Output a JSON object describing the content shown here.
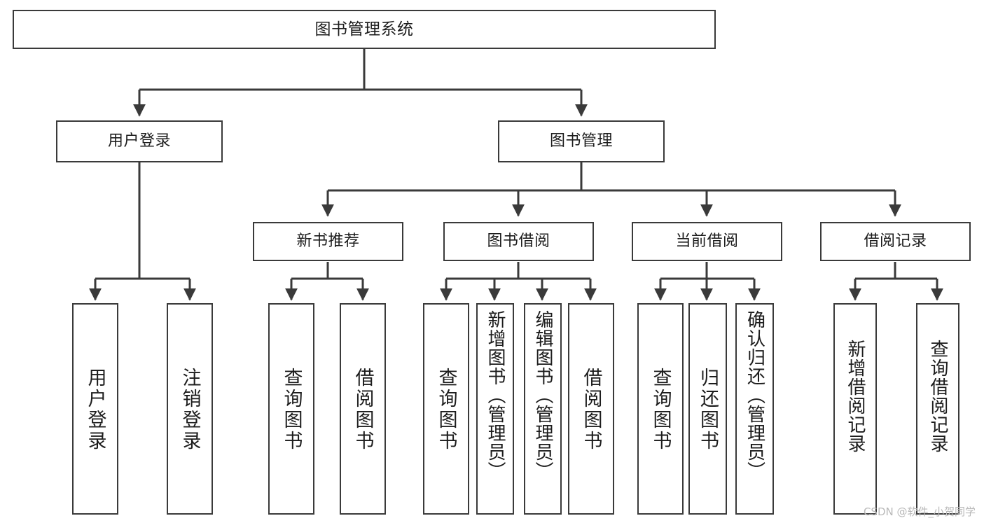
{
  "diagram": {
    "title_node": {
      "label": "图书管理系统"
    },
    "level2": [
      {
        "id": "user-login",
        "label": "用户登录"
      },
      {
        "id": "book-management",
        "label": "图书管理"
      }
    ],
    "level3": [
      {
        "id": "new-book-recommend",
        "label": "新书推荐"
      },
      {
        "id": "book-borrow",
        "label": "图书借阅"
      },
      {
        "id": "current-borrow",
        "label": "当前借阅"
      },
      {
        "id": "borrow-record",
        "label": "借阅记录"
      }
    ],
    "leaves": {
      "user_login": [
        {
          "id": "leaf-user-login",
          "label": "用户登录"
        },
        {
          "id": "leaf-logout-login",
          "label": "注销登录"
        }
      ],
      "new_book_recommend": [
        {
          "id": "leaf-query-book-1",
          "label": "查询图书"
        },
        {
          "id": "leaf-borrow-book-1",
          "label": "借阅图书"
        }
      ],
      "book_borrow": [
        {
          "id": "leaf-query-book-2",
          "label": "查询图书"
        },
        {
          "id": "leaf-add-book",
          "label": "新增图书（管理员）"
        },
        {
          "id": "leaf-edit-book",
          "label": "编辑图书（管理员）"
        },
        {
          "id": "leaf-borrow-book-2",
          "label": "借阅图书"
        }
      ],
      "current_borrow": [
        {
          "id": "leaf-query-book-3",
          "label": "查询图书"
        },
        {
          "id": "leaf-return-book",
          "label": "归还图书"
        },
        {
          "id": "leaf-confirm-return",
          "label": "确认归还（管理员）"
        }
      ],
      "borrow_record": [
        {
          "id": "leaf-add-record",
          "label": "新增借阅记录"
        },
        {
          "id": "leaf-query-record",
          "label": "查询借阅记录"
        }
      ]
    }
  },
  "watermark": {
    "text": "CSDN @软件_小贺同学"
  },
  "colors": {
    "stroke": "#3a3a3a",
    "background": "#ffffff",
    "text": "#1c1c1c",
    "watermark": "#b9b9b9"
  }
}
